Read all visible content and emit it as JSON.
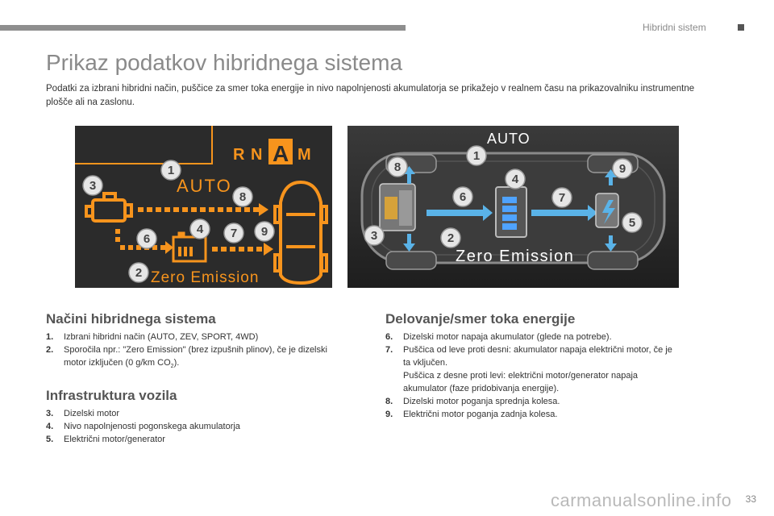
{
  "header": {
    "section_title": "Hibridni sistem"
  },
  "page": {
    "title": "Prikaz podatkov hibridnega sistema",
    "intro": "Podatki za izbrani hibridni način, puščice za smer toka energije in nivo napolnjenosti akumulatorja se prikažejo v realnem času na prikazovalniku instrumentne plošče ali na zaslonu.",
    "page_number": "33"
  },
  "figure_left": {
    "gears": [
      "R",
      "N",
      "A",
      "M"
    ],
    "mode": "AUTO",
    "message": "Zero Emission",
    "callouts": [
      "1",
      "2",
      "3",
      "4",
      "6",
      "7",
      "8",
      "9"
    ],
    "colors": {
      "orange": "#f7941d",
      "background": "#2b2b2b",
      "callout_bg": "#e6e6e6"
    }
  },
  "figure_right": {
    "mode": "AUTO",
    "message": "Zero Emission",
    "callouts": [
      "1",
      "2",
      "3",
      "4",
      "5",
      "6",
      "7",
      "8",
      "9"
    ],
    "colors": {
      "arrow_blue": "#5ab3e8",
      "background": "#2b2b2b"
    }
  },
  "sections": {
    "modes": {
      "heading": "Načini hibridnega sistema",
      "items": [
        {
          "num": "1.",
          "text": "Izbrani hibridni način (AUTO, ZEV, SPORT, 4WD)"
        },
        {
          "num": "2.",
          "text": "Sporočila npr.: \"Zero Emission\" (brez izpušnih plinov), če je dizelski",
          "cont_before": "motor izključen (0 g/km CO",
          "cont_sub": "2",
          "cont_after": ")."
        }
      ]
    },
    "infra": {
      "heading": "Infrastruktura vozila",
      "items": [
        {
          "num": "3.",
          "text": "Dizelski motor"
        },
        {
          "num": "4.",
          "text": "Nivo napolnjenosti pogonskega akumulatorja"
        },
        {
          "num": "5.",
          "text": "Električni motor/generator"
        }
      ]
    },
    "flow": {
      "heading": "Delovanje/smer toka energije",
      "items": [
        {
          "num": "6.",
          "lines": [
            "Dizelski motor napaja akumulator (glede na potrebe)."
          ]
        },
        {
          "num": "7.",
          "lines": [
            "Puščica od leve proti desni: akumulator napaja električni motor, če je",
            "ta vključen.",
            "Puščica z desne proti levi: električni motor/generator napaja",
            "akumulator (faze pridobivanja energije)."
          ]
        },
        {
          "num": "8.",
          "lines": [
            "Dizelski motor poganja sprednja kolesa."
          ]
        },
        {
          "num": "9.",
          "lines": [
            "Električni motor poganja zadnja kolesa."
          ]
        }
      ]
    }
  },
  "watermark": "carmanualsonline.info"
}
